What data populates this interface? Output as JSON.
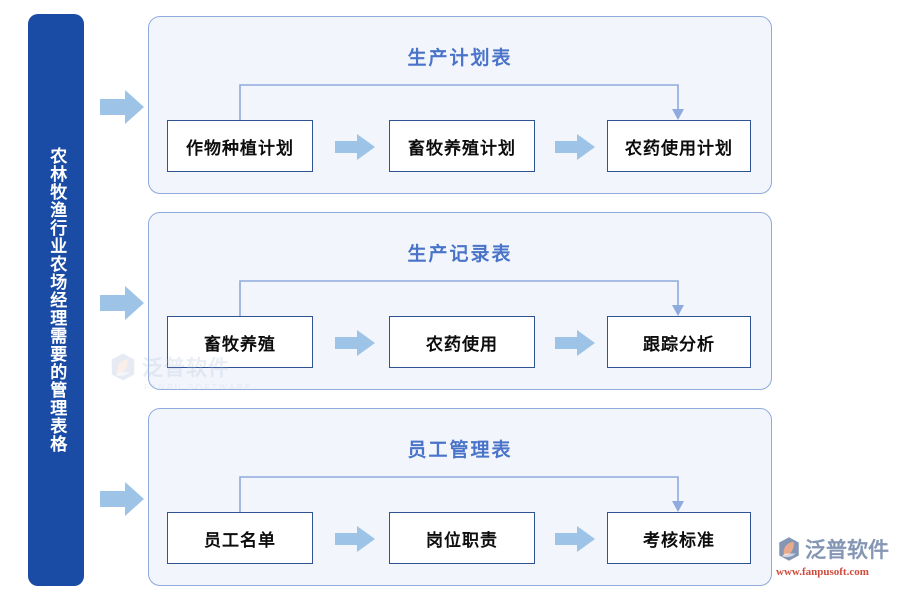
{
  "banner": {
    "label": "农林牧渔行业农场经理需要的管理表格",
    "color": "#1A4BA5"
  },
  "feed_arrows": [
    {
      "name": "feed-arrow-plan"
    },
    {
      "name": "feed-arrow-record"
    },
    {
      "name": "feed-arrow-staff"
    }
  ],
  "panels": [
    {
      "title": "生产计划表",
      "steps": [
        "作物种植计划",
        "畜牧养殖计划",
        "农药使用计划"
      ],
      "connectors": [
        "chevron-right-icon",
        "chevron-right-icon"
      ],
      "loop": "loop-arrow-icon"
    },
    {
      "title": "生产记录表",
      "steps": [
        "畜牧养殖",
        "农药使用",
        "跟踪分析"
      ],
      "connectors": [
        "chevron-right-icon",
        "chevron-right-icon"
      ],
      "loop": "loop-arrow-icon"
    },
    {
      "title": "员工管理表",
      "steps": [
        "员工名单",
        "岗位职责",
        "考核标准"
      ],
      "connectors": [
        "chevron-right-icon",
        "chevron-right-icon"
      ],
      "loop": "loop-arrow-icon"
    }
  ],
  "watermark": {
    "text": "泛普软件",
    "subtext": "FANPU SOFTWARE"
  },
  "logo": {
    "text": "泛普软件",
    "url": "www.fanpusoft.com",
    "mark_color_a": "#8496B4",
    "mark_color_b": "#E8A98C"
  },
  "theme": {
    "panel_bg": "#F2F6FC",
    "panel_border": "#8FAADC",
    "title_color": "#4A74C9",
    "box_border": "#2F5496",
    "arrow_fill": "#9DC3E6",
    "connector_stroke": "#8FAADC"
  }
}
